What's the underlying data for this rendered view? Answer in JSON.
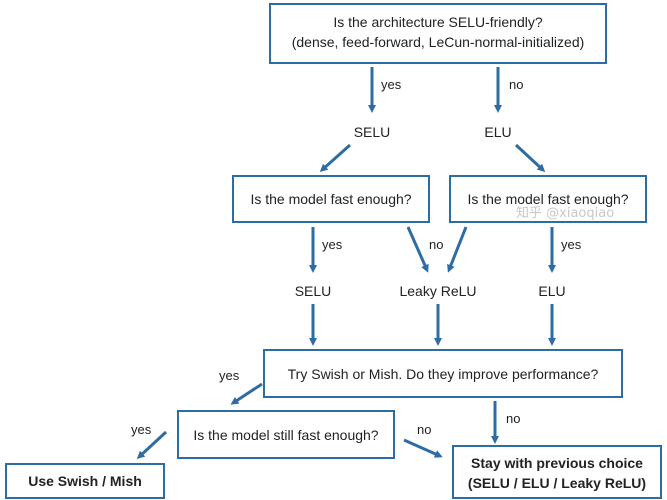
{
  "colors": {
    "box_border": "#2e6da4",
    "arrow": "#2e6da4",
    "text": "#222222",
    "background": "#ffffff"
  },
  "boxes": {
    "q1_line1": "Is the architecture SELU-friendly?",
    "q1_line2": "(dense, feed-forward, LeCun-normal-initialized)",
    "q2_left": "Is the model fast enough?",
    "q2_right": "Is the model fast enough?",
    "q3": "Try Swish or Mish. Do they improve performance?",
    "q4": "Is the model still fast enough?",
    "result_swish": "Use Swish / Mish",
    "result_stay_line1": "Stay with previous choice",
    "result_stay_line2": "(SELU / ELU / Leaky ReLU)"
  },
  "nodes": {
    "selu_top": "SELU",
    "elu_top": "ELU",
    "selu_mid": "SELU",
    "leaky_mid": "Leaky ReLU",
    "elu_mid": "ELU"
  },
  "edge_labels": {
    "q1_yes": "yes",
    "q1_no": "no",
    "q2l_yes": "yes",
    "q2l_no": "no",
    "q2r_yes": "yes",
    "q3_yes": "yes",
    "q3_no": "no",
    "q4_yes": "yes",
    "q4_no": "no"
  },
  "watermark": "知乎 @xiaoqiao"
}
